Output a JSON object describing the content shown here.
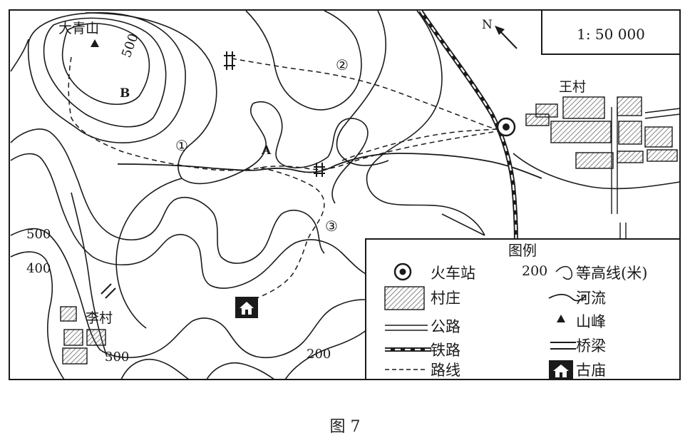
{
  "scale": {
    "text": "1: 50 000"
  },
  "north": {
    "text": "N"
  },
  "place_names": {
    "mountain": "大青山",
    "village_wang": "王村",
    "village_li": "李村"
  },
  "point_labels": {
    "a": "A",
    "b": "B"
  },
  "route_labels": [
    "①",
    "②",
    "③"
  ],
  "contour_labels": [
    "500",
    "500",
    "400",
    "300",
    "200"
  ],
  "legend": {
    "title": "图例",
    "items": [
      {
        "icon": "railway-station-icon",
        "label": "火车站"
      },
      {
        "icon": "contour-line-icon",
        "label": "等高线(米)",
        "sample_value": "200"
      },
      {
        "icon": "village-icon",
        "label": "村庄"
      },
      {
        "icon": "river-icon",
        "label": "河流"
      },
      {
        "icon": "highway-icon",
        "label": "公路"
      },
      {
        "icon": "peak-icon",
        "label": "山峰"
      },
      {
        "icon": "railway-icon",
        "label": "铁路"
      },
      {
        "icon": "bridge-icon",
        "label": "桥梁"
      },
      {
        "icon": "trail-icon",
        "label": "路线"
      },
      {
        "icon": "temple-icon",
        "label": "古庙"
      }
    ]
  },
  "caption": "图 7",
  "colors": {
    "ink": "#1a1a1a",
    "hatch": "#777777",
    "paper": "#ffffff"
  }
}
